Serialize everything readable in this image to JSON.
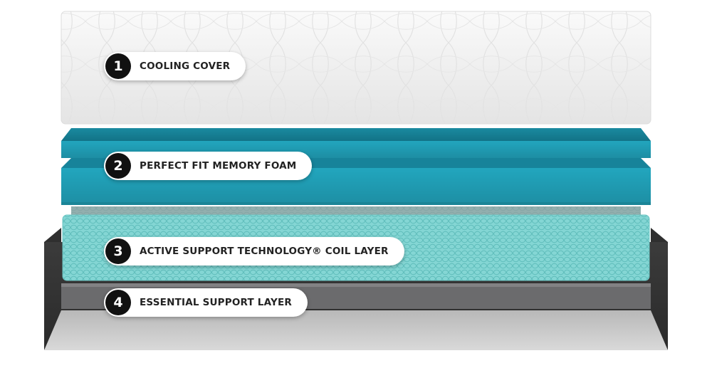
{
  "layers": [
    {
      "number": "1",
      "label": "COOLING COVER"
    },
    {
      "number": "2",
      "label": "PERFECT FIT MEMORY FOAM"
    },
    {
      "number": "3",
      "label": "ACTIVE SUPPORT TECHNOLOGY® COIL LAYER"
    },
    {
      "number": "4",
      "label": "ESSENTIAL SUPPORT LAYER"
    }
  ],
  "colors": {
    "cover": "#f1f1f1",
    "memory_foam": "#1e9db5",
    "coil_layer": "#7fd3d2",
    "support_layer": "#6e6e70",
    "base_fabric": "#3a3a3a",
    "badge": "#111111"
  }
}
